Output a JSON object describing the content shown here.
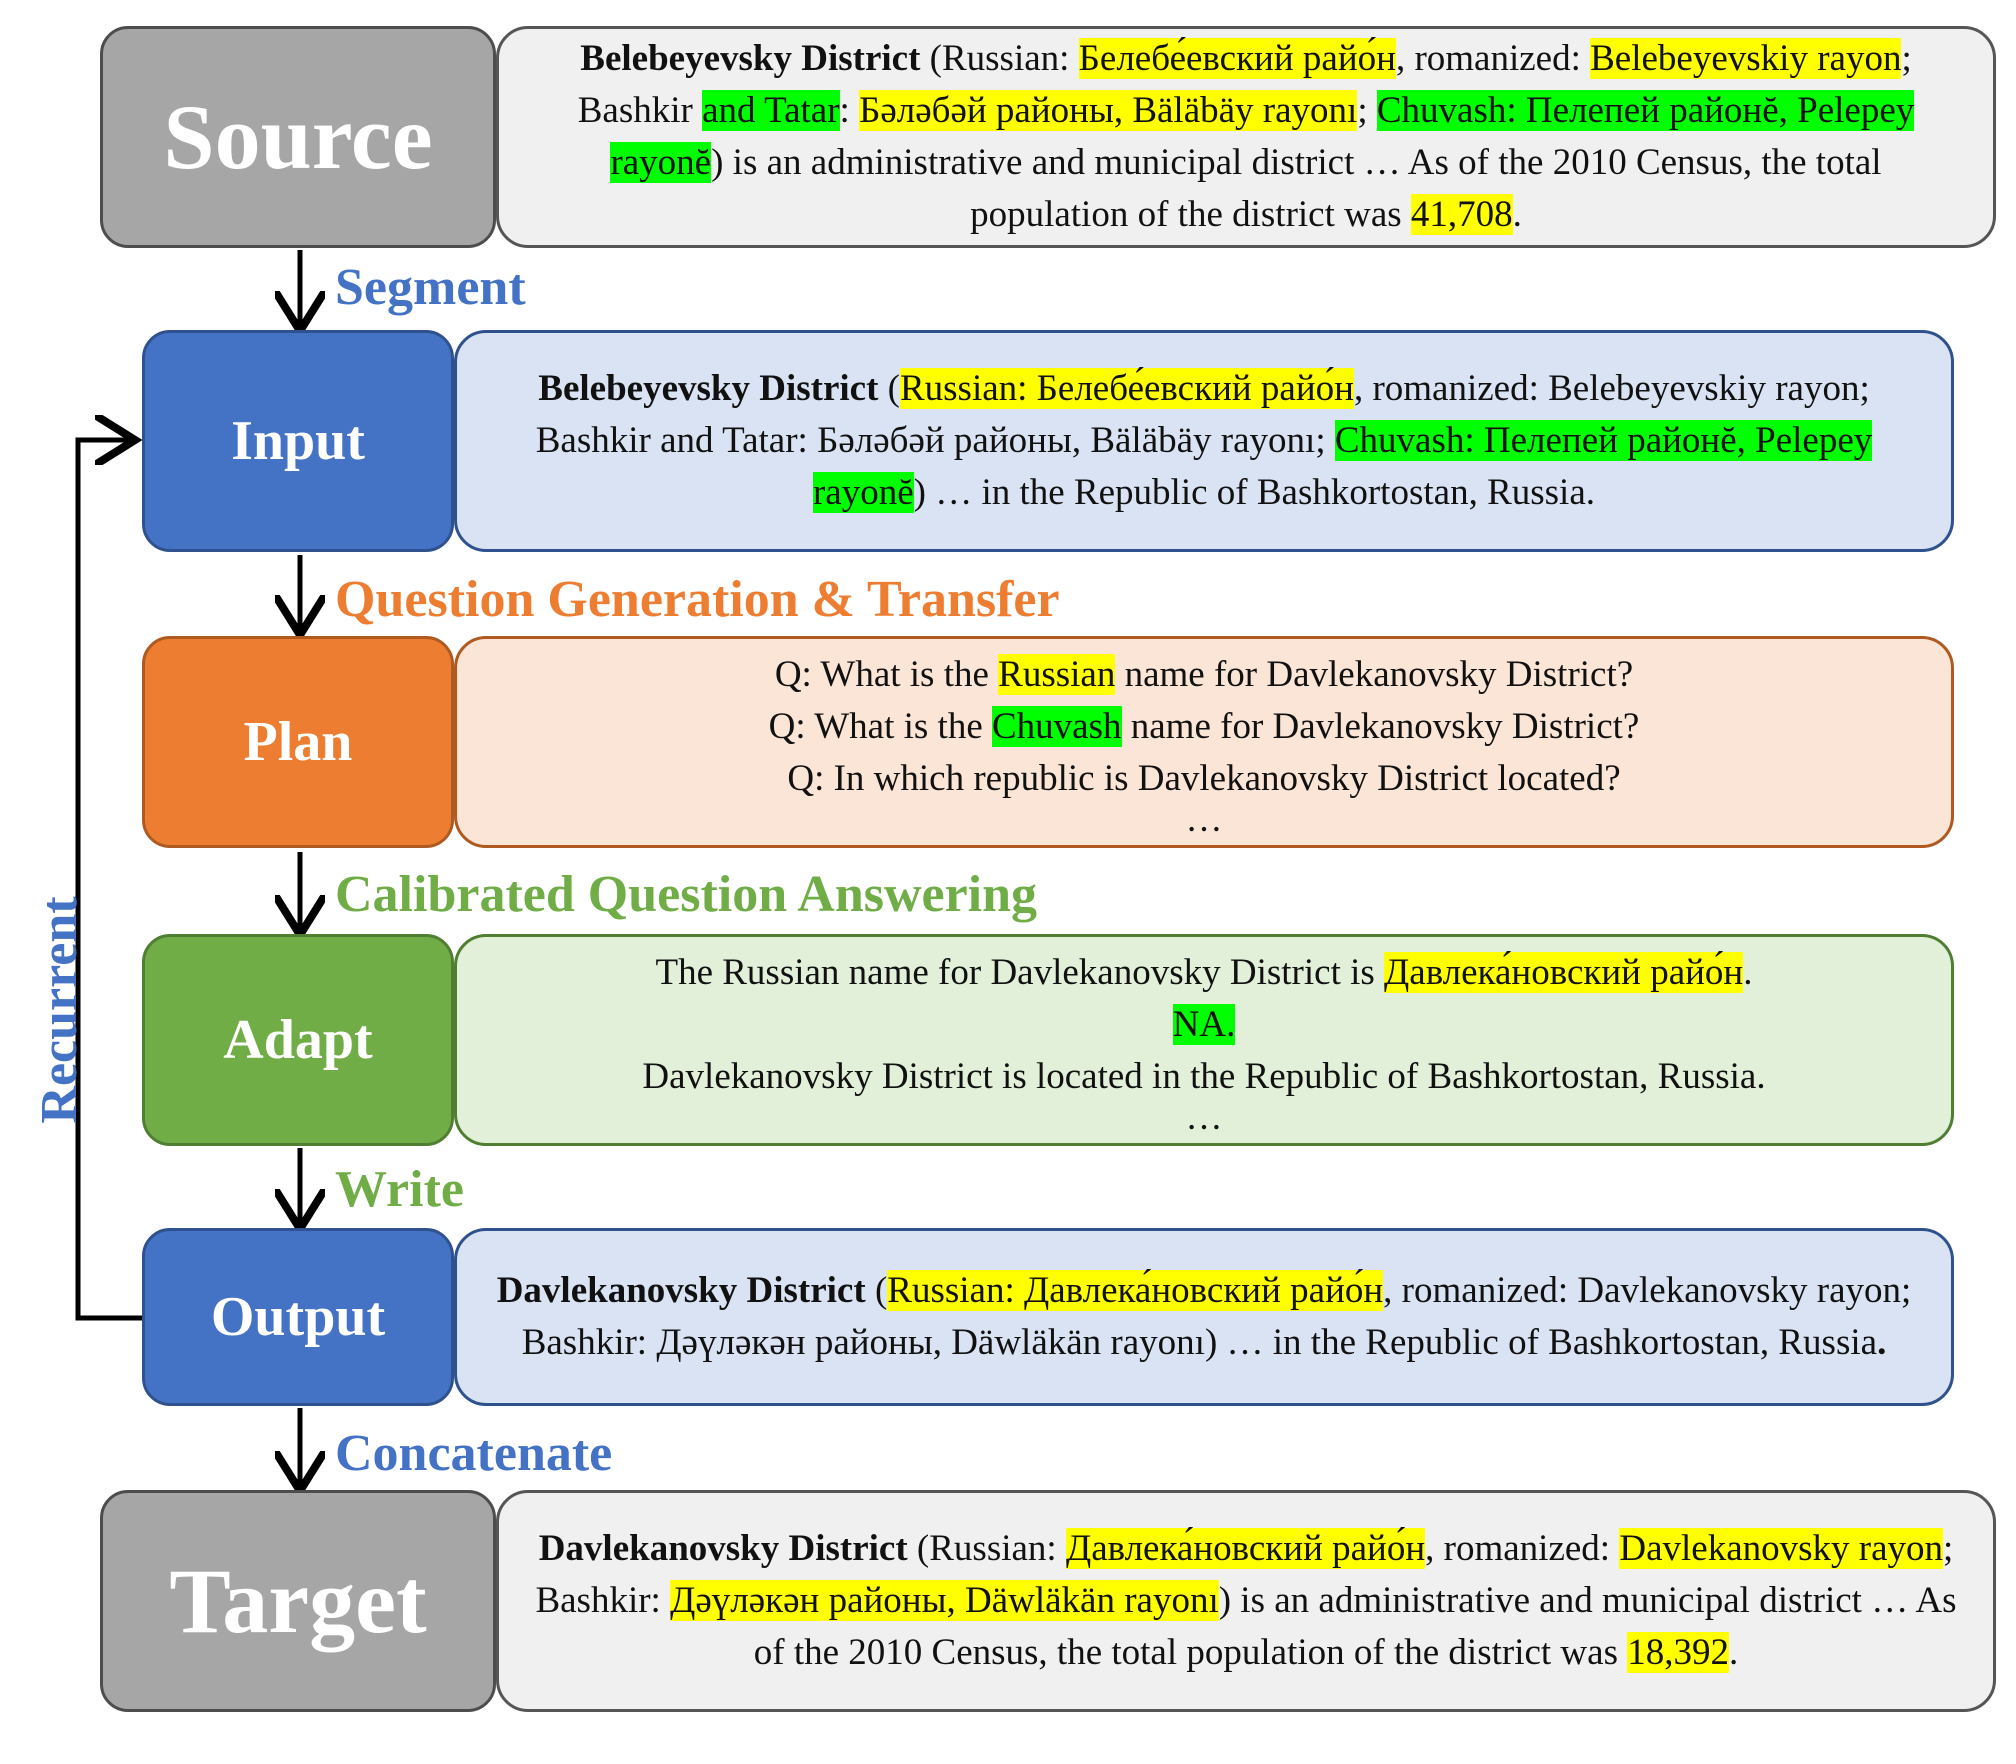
{
  "stages": {
    "source": "Source",
    "input": "Input",
    "plan": "Plan",
    "adapt": "Adapt",
    "output": "Output",
    "target": "Target"
  },
  "steps": {
    "segment": "Segment",
    "qgen": "Question Generation & Transfer",
    "cqa": "Calibrated Question Answering",
    "write": "Write",
    "concat": "Concatenate",
    "recurrent": "Recurrent"
  },
  "source_text": {
    "t1": "Belebeyevsky District",
    "t2": " (Russian: ",
    "t3": "Белебе́евский райо́н",
    "t4": ", romanized: ",
    "t5": "Belebeyevskiy rayon",
    "t6": "; Bashkir ",
    "t7": "and Tatar",
    "t8": ": ",
    "t9": "Бәләбәй районы, Bäläbäy rayonı",
    "t10": "; ",
    "t11": "Chuvash: Пелепей районĕ, Pelepey rayonĕ",
    "t12": ") is an administrative and municipal district … As of the 2010 Census, the total population of the district was ",
    "t13": "41,708",
    "t14": "."
  },
  "input_text": {
    "t1": "Belebeyevsky District",
    "t2": " (",
    "t3": "Russian: Белебе́евский райо́н",
    "t4": ", romanized: Belebeyevskiy rayon; Bashkir and Tatar: Бәләбәй районы, Bäläbäy rayonı; ",
    "t5": "Chuvash: Пелепей районĕ, Pelepey rayonĕ",
    "t6": ") … in the Republic of Bashkortostan, Russia."
  },
  "plan_text": {
    "q1a": "Q: What is the ",
    "q1b": "Russian",
    "q1c": " name for Davlekanovsky District?",
    "q2a": "Q: What is the ",
    "q2b": "Chuvash",
    "q2c": " name for Davlekanovsky District?",
    "q3": "Q: In which republic is Davlekanovsky District located?",
    "dots": "…"
  },
  "adapt_text": {
    "a1a": "The Russian name for Davlekanovsky District is ",
    "a1b": "Давлека́новский райо́н",
    "a1c": ".",
    "a2": "NA.",
    "a3": "Davlekanovsky District is located in the Republic of Bashkortostan, Russia.",
    "dots": "…"
  },
  "output_text": {
    "t1": "Davlekanovsky District",
    "t2": " (",
    "t3": "Russian: Давлека́новский райо́н",
    "t4": ", romanized: Davlekanovsky rayon; Bashkir: Дәүләкән районы, Däwläkän rayonı) … in the Republic of Bashkortostan, Russia",
    "t5": "."
  },
  "target_text": {
    "t1": "Davlekanovsky District",
    "t2": " (Russian: ",
    "t3": "Давлека́новский райо́н",
    "t4": ", romanized: ",
    "t5": "Davlekanovsky rayon",
    "t6": "; Bashkir: ",
    "t7": "Дәүләкән районы, Däwläkän rayonı",
    "t8": ") is an administrative and municipal district … As of the 2010 Census, the total population of the district was ",
    "t9": "18,392",
    "t10": "."
  }
}
